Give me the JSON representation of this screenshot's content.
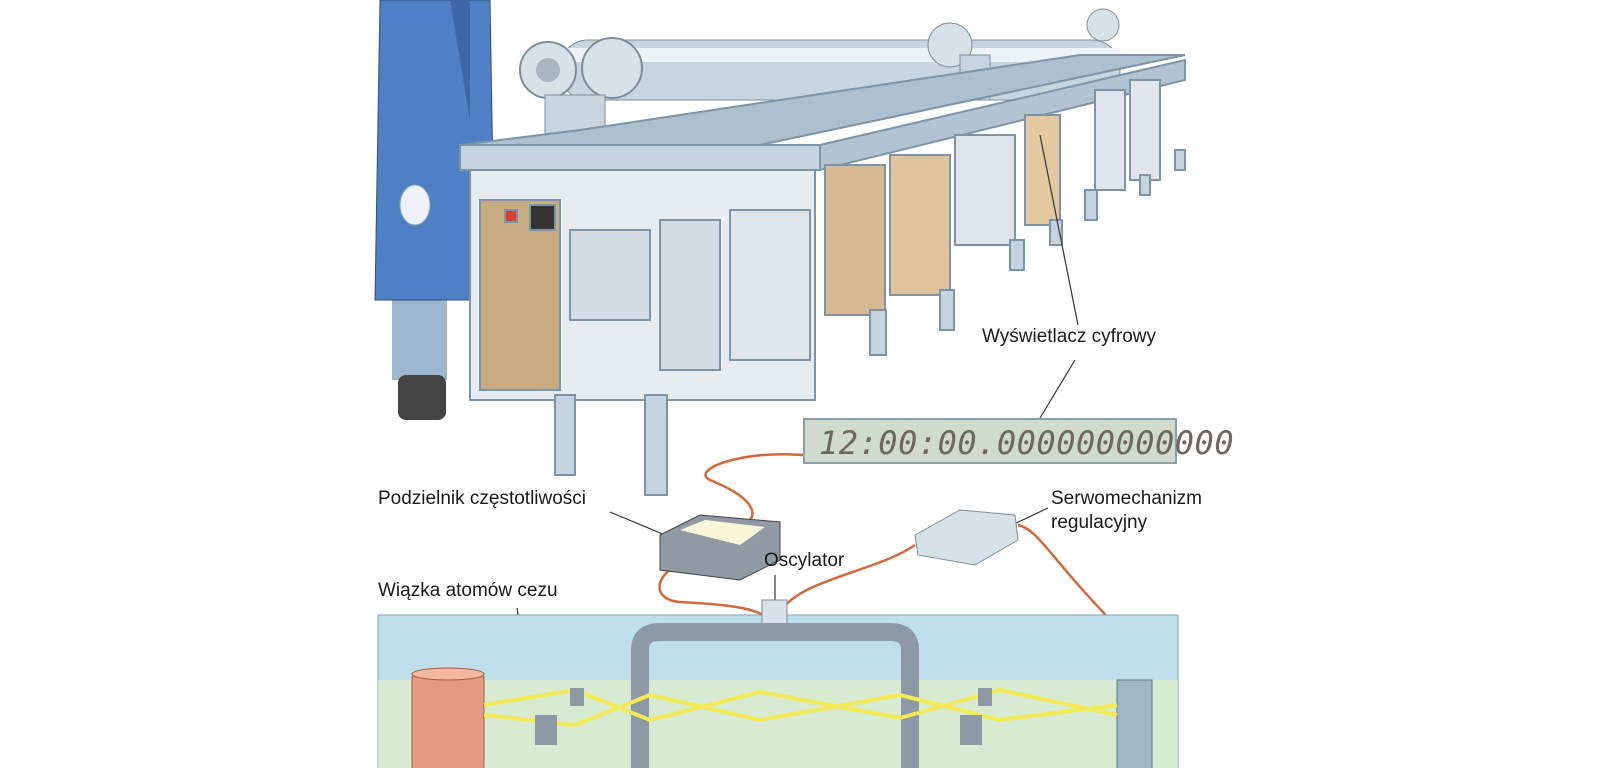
{
  "labels": {
    "display": "Wyświetlacz cyfrowy",
    "divider": "Podzielnik częstotliwości",
    "servo_line1": "Serwomechanizm",
    "servo_line2": "regulacyjny",
    "oscillator": "Oscylator",
    "beam": "Wiązka atomów cezu"
  },
  "display_readout": "12:00:00.000000000000",
  "colors": {
    "frame": "#b9c9d6",
    "coat": "#4f7fc4",
    "tube": "#bfe0ea",
    "beam": "#f3ea55",
    "wire": "#d2693c",
    "oven": "#e49a80"
  }
}
